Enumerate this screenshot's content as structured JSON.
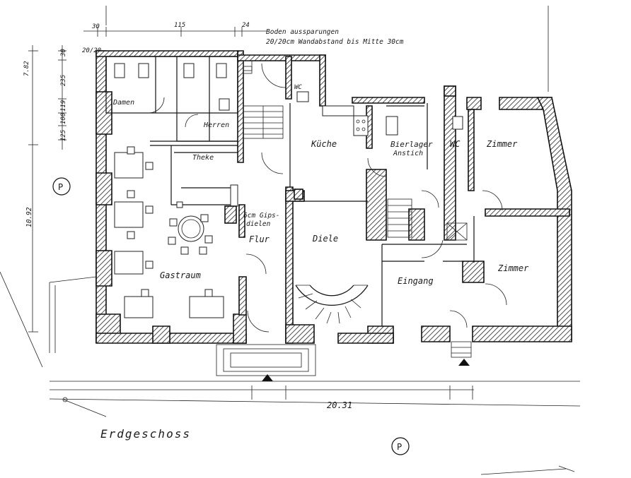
{
  "drawing": {
    "title": "Erdgeschoss",
    "note_line1": "Boden aussparungen",
    "note_line2": "20/20cm Wandabstand bis Mitte 30cm",
    "parking_symbol": "P",
    "total_width": "20.31",
    "total_depth": "10.92"
  },
  "rooms": {
    "damen": "Damen",
    "herren": "Herren",
    "wc1": "WC",
    "theke": "Theke",
    "kueche": "Küche",
    "bierlager_1": "Bierlager",
    "bierlager_2": "Anstich",
    "wc2": "WC",
    "zimmer1": "Zimmer",
    "zimmer2": "Zimmer",
    "gipsdielen_1": "6cm Gips-",
    "gipsdielen_2": "dielen",
    "flur": "Flur",
    "diele": "Diele",
    "eingang": "Eingang",
    "gastraum": "Gastraum"
  },
  "dimensions": {
    "top_30": "30",
    "top_115": "115",
    "top_24": "24",
    "corner": "20/20",
    "left_782": "7.82",
    "left_30": "30",
    "left_235": "235",
    "left_119": "119",
    "left_100": "100",
    "left_125": "125"
  }
}
